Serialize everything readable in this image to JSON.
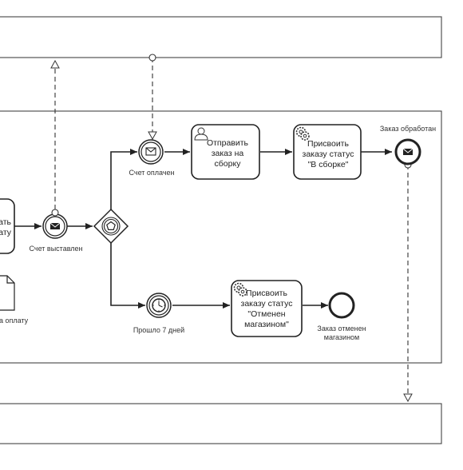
{
  "diagram": {
    "events": {
      "invoice_issued": "Счет выставлен",
      "invoice_paid": "Счет оплачен",
      "seven_days_passed": "Прошло 7 дней",
      "order_processed": "Заказ обработан",
      "order_cancelled_line1": "Заказ отменен",
      "order_cancelled_line2": "магазином"
    },
    "tasks": {
      "send_to_assembly": [
        "Отправить",
        "заказ на",
        "сборку"
      ],
      "assign_status_assembly": [
        "Присвоить",
        "заказу статус",
        "\"В сборке\""
      ],
      "assign_status_cancelled": [
        "Присвоить",
        "заказу статус",
        "\"Отменен",
        "магазином\""
      ],
      "partial_left_task": [
        "ать",
        "лату"
      ]
    },
    "artifacts": {
      "partial_data_object_label": "а оплату"
    }
  }
}
